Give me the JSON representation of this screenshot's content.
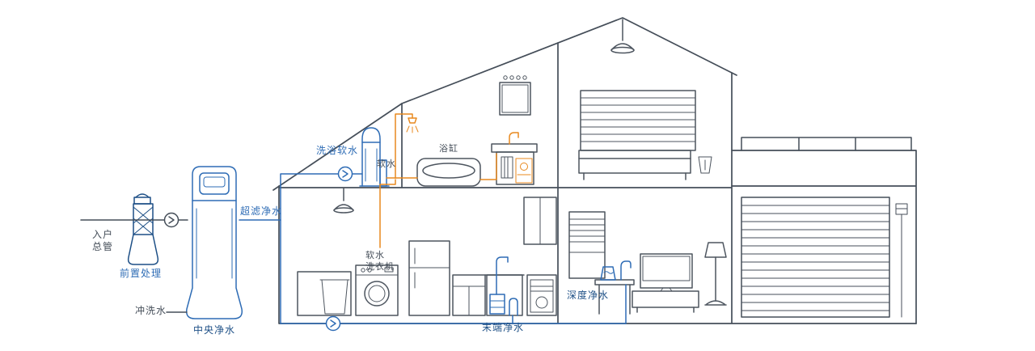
{
  "colors": {
    "outline": "#454e59",
    "furniture": "#4d555f",
    "blue": "#2e6cb5",
    "navy": "#1d4f86",
    "orange": "#e8891f"
  },
  "labels": {
    "inlet_main": "入户\n总管",
    "pre_treatment": "前置处理",
    "flush_water": "冲洗水",
    "central_purifier": "中央净水",
    "ultrafiltration": "超滤净水",
    "bath_softener": "洗浴软水",
    "soft_water": "软水",
    "bathtub": "浴缸",
    "soft_water_washer": "软水\n洗衣机",
    "terminal_purifier": "末端净水",
    "deep_purifier": "深度净水"
  }
}
